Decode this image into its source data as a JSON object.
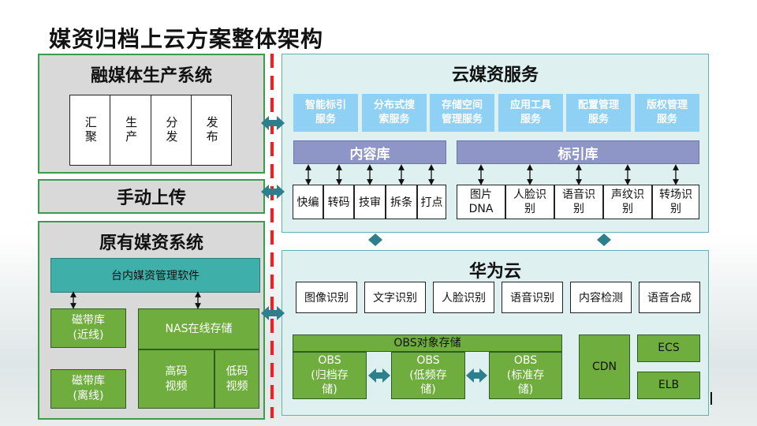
{
  "title": "媒资归档上云方案整体架构",
  "rongmeiti": {
    "title": "融媒体生产系统",
    "cells": [
      "汇聚",
      "生产",
      "分发",
      "发布"
    ]
  },
  "manual_upload": "手动上传",
  "legacy": {
    "title": "原有媒资系统",
    "software": "台内媒资管理软件",
    "tape_near": "磁带库\n(近线)",
    "tape_off": "磁带库\n(离线)",
    "nas": "NAS在线存储",
    "high_bitrate": "高码\n视频",
    "low_bitrate": "低码\n视频"
  },
  "cloud_media": {
    "title": "云媒资服务",
    "services": [
      "智能标引\n服务",
      "分布式搜\n索服务",
      "存储空间\n管理服务",
      "应用工具\n服务",
      "配置管理\n服务",
      "版权管理\n服务"
    ],
    "content_lib": "内容库",
    "index_lib": "标引库",
    "content_tools": [
      "快编",
      "转码",
      "技审",
      "拆条",
      "打点"
    ],
    "index_tools": [
      "图片\nDNA",
      "人脸识\n别",
      "语音识\n别",
      "声纹识\n别",
      "转场识\n别"
    ]
  },
  "huawei": {
    "title": "华为云",
    "ai": [
      "图像识别",
      "文字识别",
      "人脸识别",
      "语音识别",
      "内容检测",
      "语音合成"
    ],
    "obs_title": "OBS对象存储",
    "obs": [
      "OBS\n(归档存\n储)",
      "OBS\n(低频存\n储)",
      "OBS\n(标准存\n储)"
    ],
    "cdn": "CDN",
    "ecs": "ECS",
    "elb": "ELB"
  },
  "colors": {
    "border_green": "#3e9a4f",
    "panel_grey": "#d9d9d9",
    "panel_teal": "#dff0f0",
    "service_blue": "#8fd0f5",
    "lib_purple": "#8e96c8",
    "box_green": "#6fae3e",
    "teal": "#3fb0a9",
    "divider_red": "#ff1a1a",
    "arrow_teal": "#2e7f8c"
  }
}
